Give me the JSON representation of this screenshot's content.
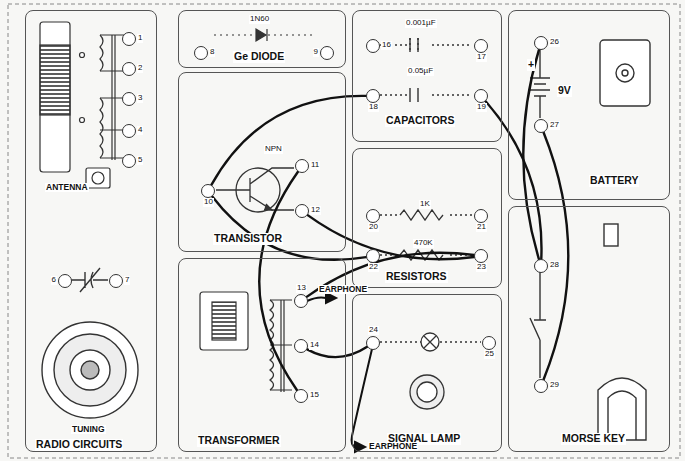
{
  "diagram": {
    "nodes": [
      {
        "text": [
          "ANTENNA",
          "TUNING",
          "RADIO CIRCUITS"
        ]
      },
      {
        "text": [
          "1N60",
          "Ge DIODE"
        ]
      },
      {
        "text": [
          "0.001µF",
          "0.05µF",
          "CAPACITORS"
        ]
      },
      {
        "text": [
          "+",
          "9V",
          "BATTERY"
        ]
      },
      {
        "text": [
          "NPN",
          "TRANSISTOR"
        ]
      },
      {
        "text": [
          "1K",
          "470K",
          "RESISTORS"
        ]
      },
      {
        "text": [
          "MORSE KEY"
        ]
      },
      {
        "text": [
          "TRANSFORMER"
        ]
      },
      {
        "text": [
          "SIGNAL LAMP"
        ]
      },
      {
        "text": [
          "1"
        ],
        "in": 0
      },
      {
        "text": [
          "2"
        ],
        "in": 0
      },
      {
        "text": [
          "3"
        ],
        "in": 0
      },
      {
        "text": [
          "4"
        ],
        "in": 0
      },
      {
        "text": [
          "5"
        ],
        "in": 0
      },
      {
        "text": [
          "6"
        ],
        "in": 0
      },
      {
        "text": [
          "7"
        ],
        "in": 0
      },
      {
        "text": [
          "8"
        ],
        "in": 1
      },
      {
        "text": [
          "9"
        ],
        "in": 1
      },
      {
        "text": [
          "10"
        ],
        "in": 4
      },
      {
        "text": [
          "11"
        ],
        "in": 4
      },
      {
        "text": [
          "12"
        ],
        "in": 4
      },
      {
        "text": [
          "13"
        ],
        "in": 7
      },
      {
        "text": [
          "14"
        ],
        "in": 7
      },
      {
        "text": [
          "15"
        ],
        "in": 7
      },
      {
        "text": [
          "16"
        ],
        "in": 2
      },
      {
        "text": [
          "17"
        ],
        "in": 2
      },
      {
        "text": [
          "18"
        ],
        "in": 2
      },
      {
        "text": [
          "19"
        ],
        "in": 2
      },
      {
        "text": [
          "20"
        ],
        "in": 5
      },
      {
        "text": [
          "21"
        ],
        "in": 5
      },
      {
        "text": [
          "22"
        ],
        "in": 5
      },
      {
        "text": [
          "23"
        ],
        "in": 5
      },
      {
        "text": [
          "24"
        ],
        "in": 8
      },
      {
        "text": [
          "25"
        ],
        "in": 8
      },
      {
        "text": [
          "26"
        ],
        "in": 3
      },
      {
        "text": [
          "27"
        ],
        "in": 3
      },
      {
        "text": [
          "28"
        ],
        "in": 6
      },
      {
        "text": [
          "29"
        ],
        "in": 6
      }
    ],
    "edges": [
      {
        "from": 26,
        "to": 18,
        "arrow": "none"
      },
      {
        "from": 18,
        "to": 30,
        "arrow": "none"
      },
      {
        "from": 19,
        "to": 23,
        "arrow": "none"
      },
      {
        "from": 20,
        "to": 31,
        "arrow": "none"
      },
      {
        "from": 31,
        "to": 21,
        "arrow": "none"
      },
      {
        "from": 27,
        "to": 36,
        "arrow": "none"
      },
      {
        "from": 34,
        "to": 36,
        "arrow": "none"
      },
      {
        "from": 35,
        "to": 37,
        "arrow": "none"
      },
      {
        "from": 22,
        "to": 32,
        "arrow": "none"
      }
    ],
    "labels": [
      "EARPHONE",
      "EARPHONE"
    ]
  }
}
